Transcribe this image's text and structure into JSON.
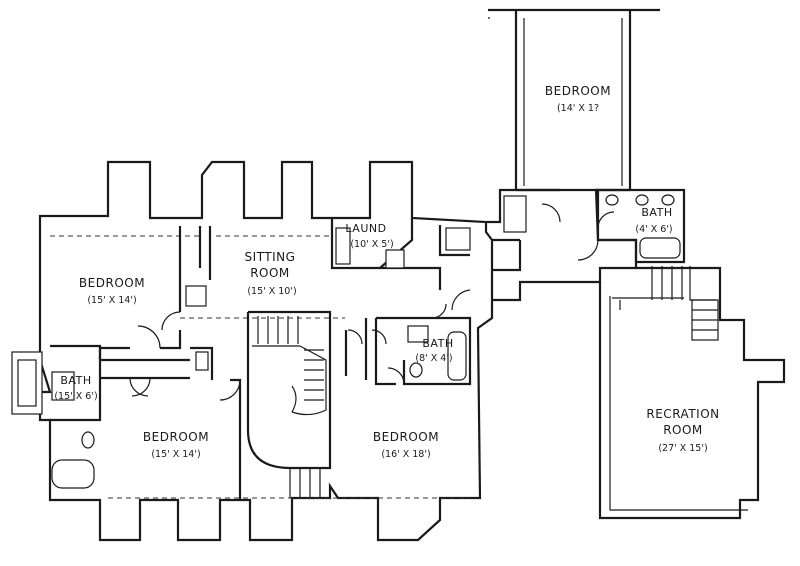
{
  "rooms": {
    "bedroom_top": {
      "name": "BEDROOM",
      "dims": "(14' X 1?"
    },
    "bath_top_right": {
      "name": "BATH",
      "dims": "(4' X 6')"
    },
    "laundry": {
      "name": "LAUND",
      "dims": "(10' X 5')"
    },
    "sitting_room": {
      "name_line1": "SITTING",
      "name_line2": "ROOM",
      "dims": "(15' X 10')"
    },
    "bedroom_left": {
      "name": "BEDROOM",
      "dims": "(15' X 14')"
    },
    "bath_left": {
      "name": "BATH",
      "dims": "(15' X 6')"
    },
    "bath_center": {
      "name": "BATH",
      "dims": "(8' X 4')"
    },
    "bedroom_bottom_left": {
      "name": "BEDROOM",
      "dims": "(15' X 14')"
    },
    "bedroom_bottom_right": {
      "name": "BEDROOM",
      "dims": "(16' X 18')"
    },
    "recreation_room": {
      "name_line1": "RECRATION",
      "name_line2": "ROOM",
      "dims": "(27' X 15')"
    }
  }
}
